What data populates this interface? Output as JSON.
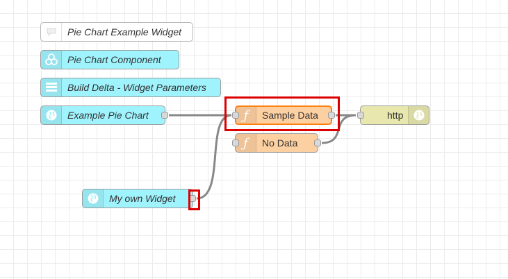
{
  "nodes": {
    "comment": {
      "label": "Pie Chart Example Widget",
      "icon": "comment-bubble-icon"
    },
    "component": {
      "label": "Pie Chart Component",
      "icon": "component-icon"
    },
    "build_delta": {
      "label": "Build Delta - Widget Parameters",
      "icon": "list-icon"
    },
    "example_pie": {
      "label": "Example Pie Chart",
      "icon": "globe-icon"
    },
    "sample_data": {
      "label": "Sample Data",
      "icon": "function-icon"
    },
    "no_data": {
      "label": "No Data",
      "icon": "function-icon"
    },
    "http": {
      "label": "http",
      "icon": "globe-icon"
    },
    "my_widget": {
      "label": "My own Widget",
      "icon": "globe-icon"
    }
  },
  "colors": {
    "cyan_node": "#9ff3fd",
    "function_node": "#fdd0a2",
    "http_node": "#e7e7ae",
    "selected_outline": "#ff7f0e",
    "highlight": "#dd0000",
    "wire": "#888888"
  }
}
